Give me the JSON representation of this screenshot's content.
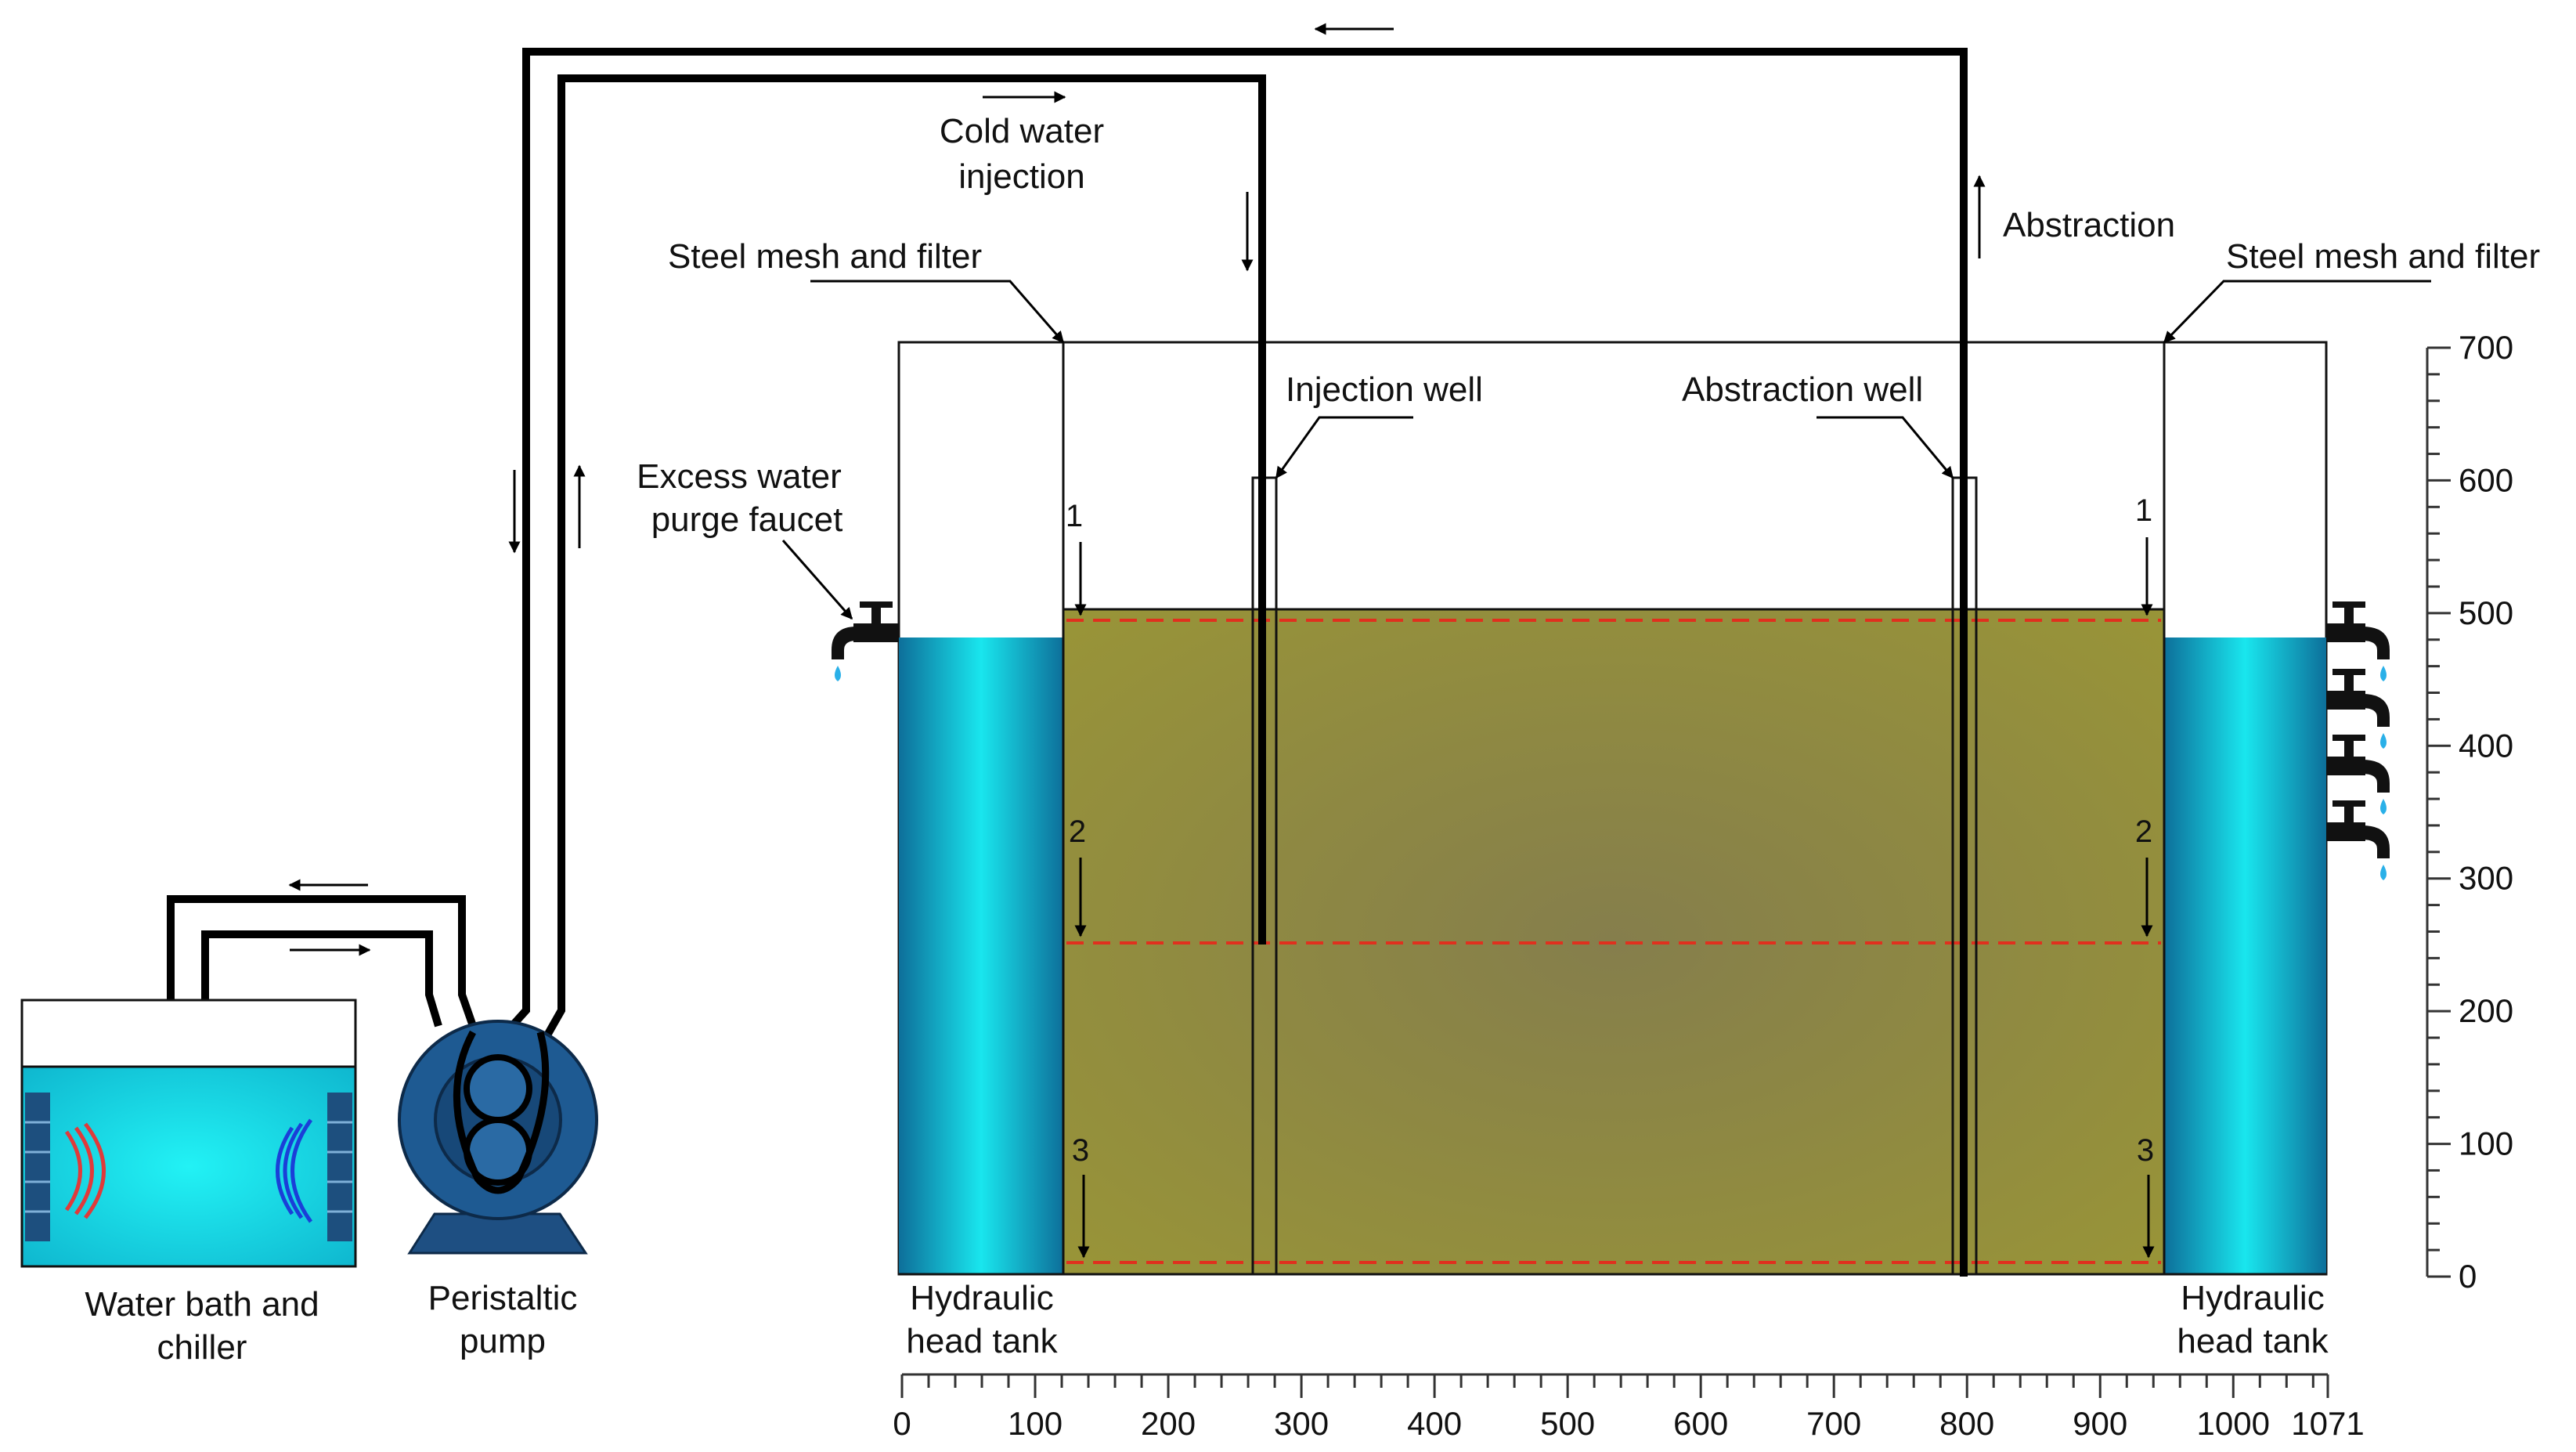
{
  "labels": {
    "cold_water_injection": [
      "Cold water",
      "injection"
    ],
    "abstraction": "Abstraction",
    "steel_mesh_left": "Steel mesh and filter",
    "steel_mesh_right": "Steel mesh and filter",
    "injection_well": "Injection well",
    "abstraction_well": "Abstraction well",
    "excess_water_faucet": [
      "Excess water",
      "purge faucet"
    ],
    "water_bath": [
      "Water bath and",
      "chiller"
    ],
    "peristaltic_pump": [
      "Peristaltic",
      "pump"
    ],
    "head_tank_left": [
      "Hydraulic",
      "head tank"
    ],
    "head_tank_right": [
      "Hydraulic",
      "head tank"
    ]
  },
  "ports_left": [
    "1",
    "2",
    "3"
  ],
  "ports_right": [
    "1",
    "2",
    "3"
  ],
  "axis_vertical": {
    "ticks": [
      0,
      100,
      200,
      300,
      400,
      500,
      600,
      700
    ]
  },
  "axis_horizontal": {
    "ticks": [
      0,
      100,
      200,
      300,
      400,
      500,
      600,
      700,
      800,
      900,
      1000,
      1071
    ]
  },
  "colors": {
    "water": "#18e0e8",
    "soil": "#8f8a3a",
    "equipment": "#1e4f82",
    "port_line": "#e0301e",
    "warm_coil": "#e03a3a",
    "cold_coil": "#1a3fd8"
  },
  "icons": [
    "flow-arrow-icon",
    "faucet-icon",
    "water-drop-icon",
    "heating-coil-icon",
    "cooling-coil-icon",
    "pump-roller-icon"
  ]
}
